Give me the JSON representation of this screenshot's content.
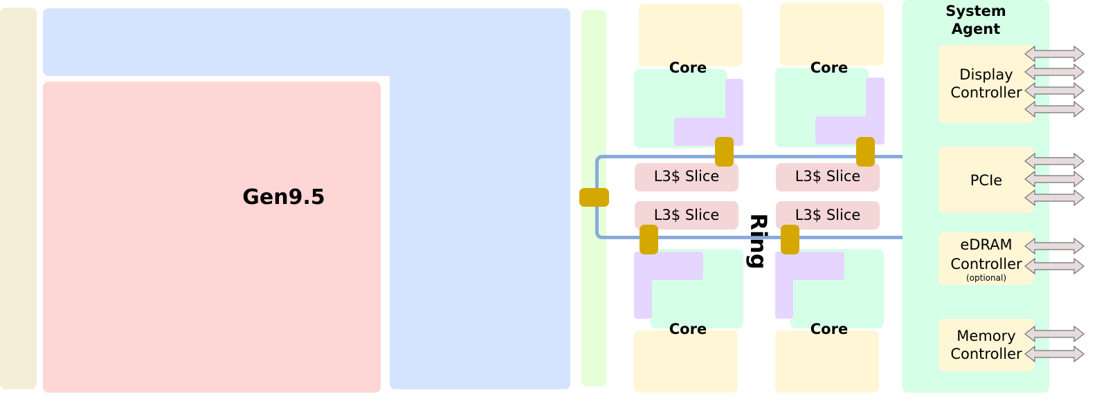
{
  "diagram": {
    "gpu_label": "Gen9.5",
    "ring_label": "Ring",
    "core_label": "Core",
    "l3_slice_label": "L3$ Slice",
    "system_agent": {
      "title_line1": "System",
      "title_line2": "Agent",
      "blocks": {
        "display": {
          "line1": "Display",
          "line2": "Controller",
          "arrows": 4
        },
        "pcie": {
          "line1": "PCIe",
          "arrows": 3
        },
        "edram": {
          "line1": "eDRAM",
          "line2": "Controller",
          "note": "(optional)",
          "arrows": 2
        },
        "memory": {
          "line1": "Memory",
          "line2": "Controller",
          "arrows": 2
        }
      }
    },
    "colors": {
      "gpu_red": "#ffd6d6",
      "gpu_blue": "#d4e4ff",
      "left_strip": "#f4eed6",
      "green_strip": "#e6ffd8",
      "core_yellow": "#fff6d6",
      "core_green": "#d6ffe8",
      "core_purple": "#e6d6ff",
      "l3_pink": "#f4d6d6",
      "ring_blue": "#88aadd",
      "ring_stop": "#d4a800",
      "sa_green": "#d6ffe8",
      "arrow_fill": "#e6dcdc"
    }
  }
}
